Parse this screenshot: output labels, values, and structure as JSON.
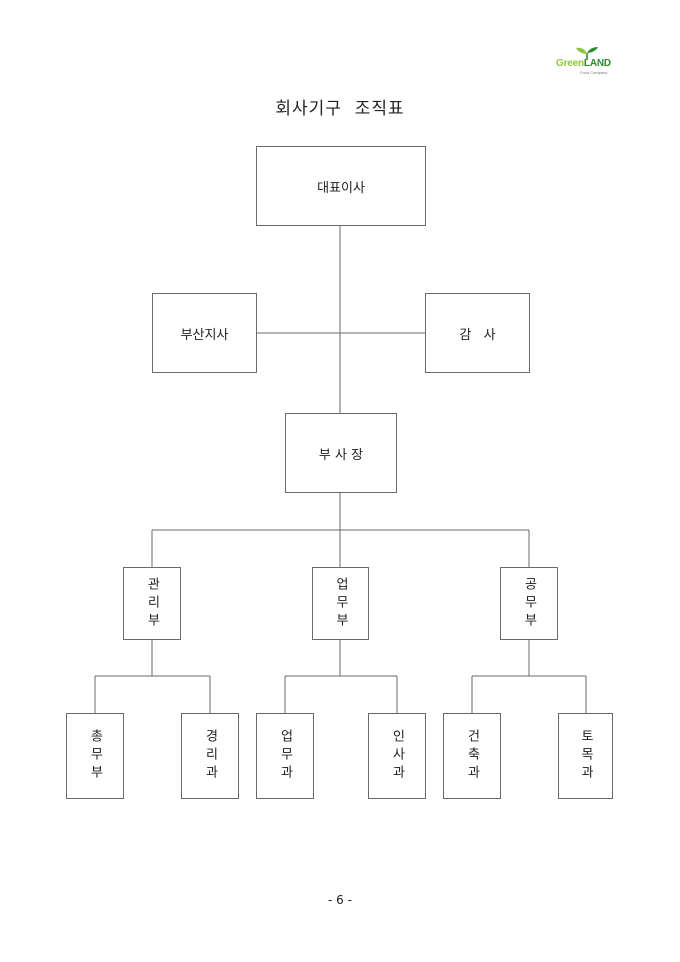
{
  "logo": {
    "word_part1": "Green",
    "word_part2": "LAND",
    "subtitle": "Food Company",
    "colors": {
      "light_green": "#8cc63f",
      "dark_green": "#2e8b2e"
    }
  },
  "title": "회사기구  조직표",
  "org": {
    "ceo": "대표이사",
    "busan_branch": "부산지사",
    "audit": "감   사",
    "vice_president": "부 사 장",
    "departments": {
      "management": "관리부",
      "business": "업무부",
      "construction_dept": "공무부"
    },
    "sections": {
      "general_affairs": "총무부",
      "accounting": "경리과",
      "business_section": "업무과",
      "personnel": "인사과",
      "architecture": "건축과",
      "civil": "토목과"
    }
  },
  "page_number": "- 6 -",
  "line_color": "#6a6a6a"
}
